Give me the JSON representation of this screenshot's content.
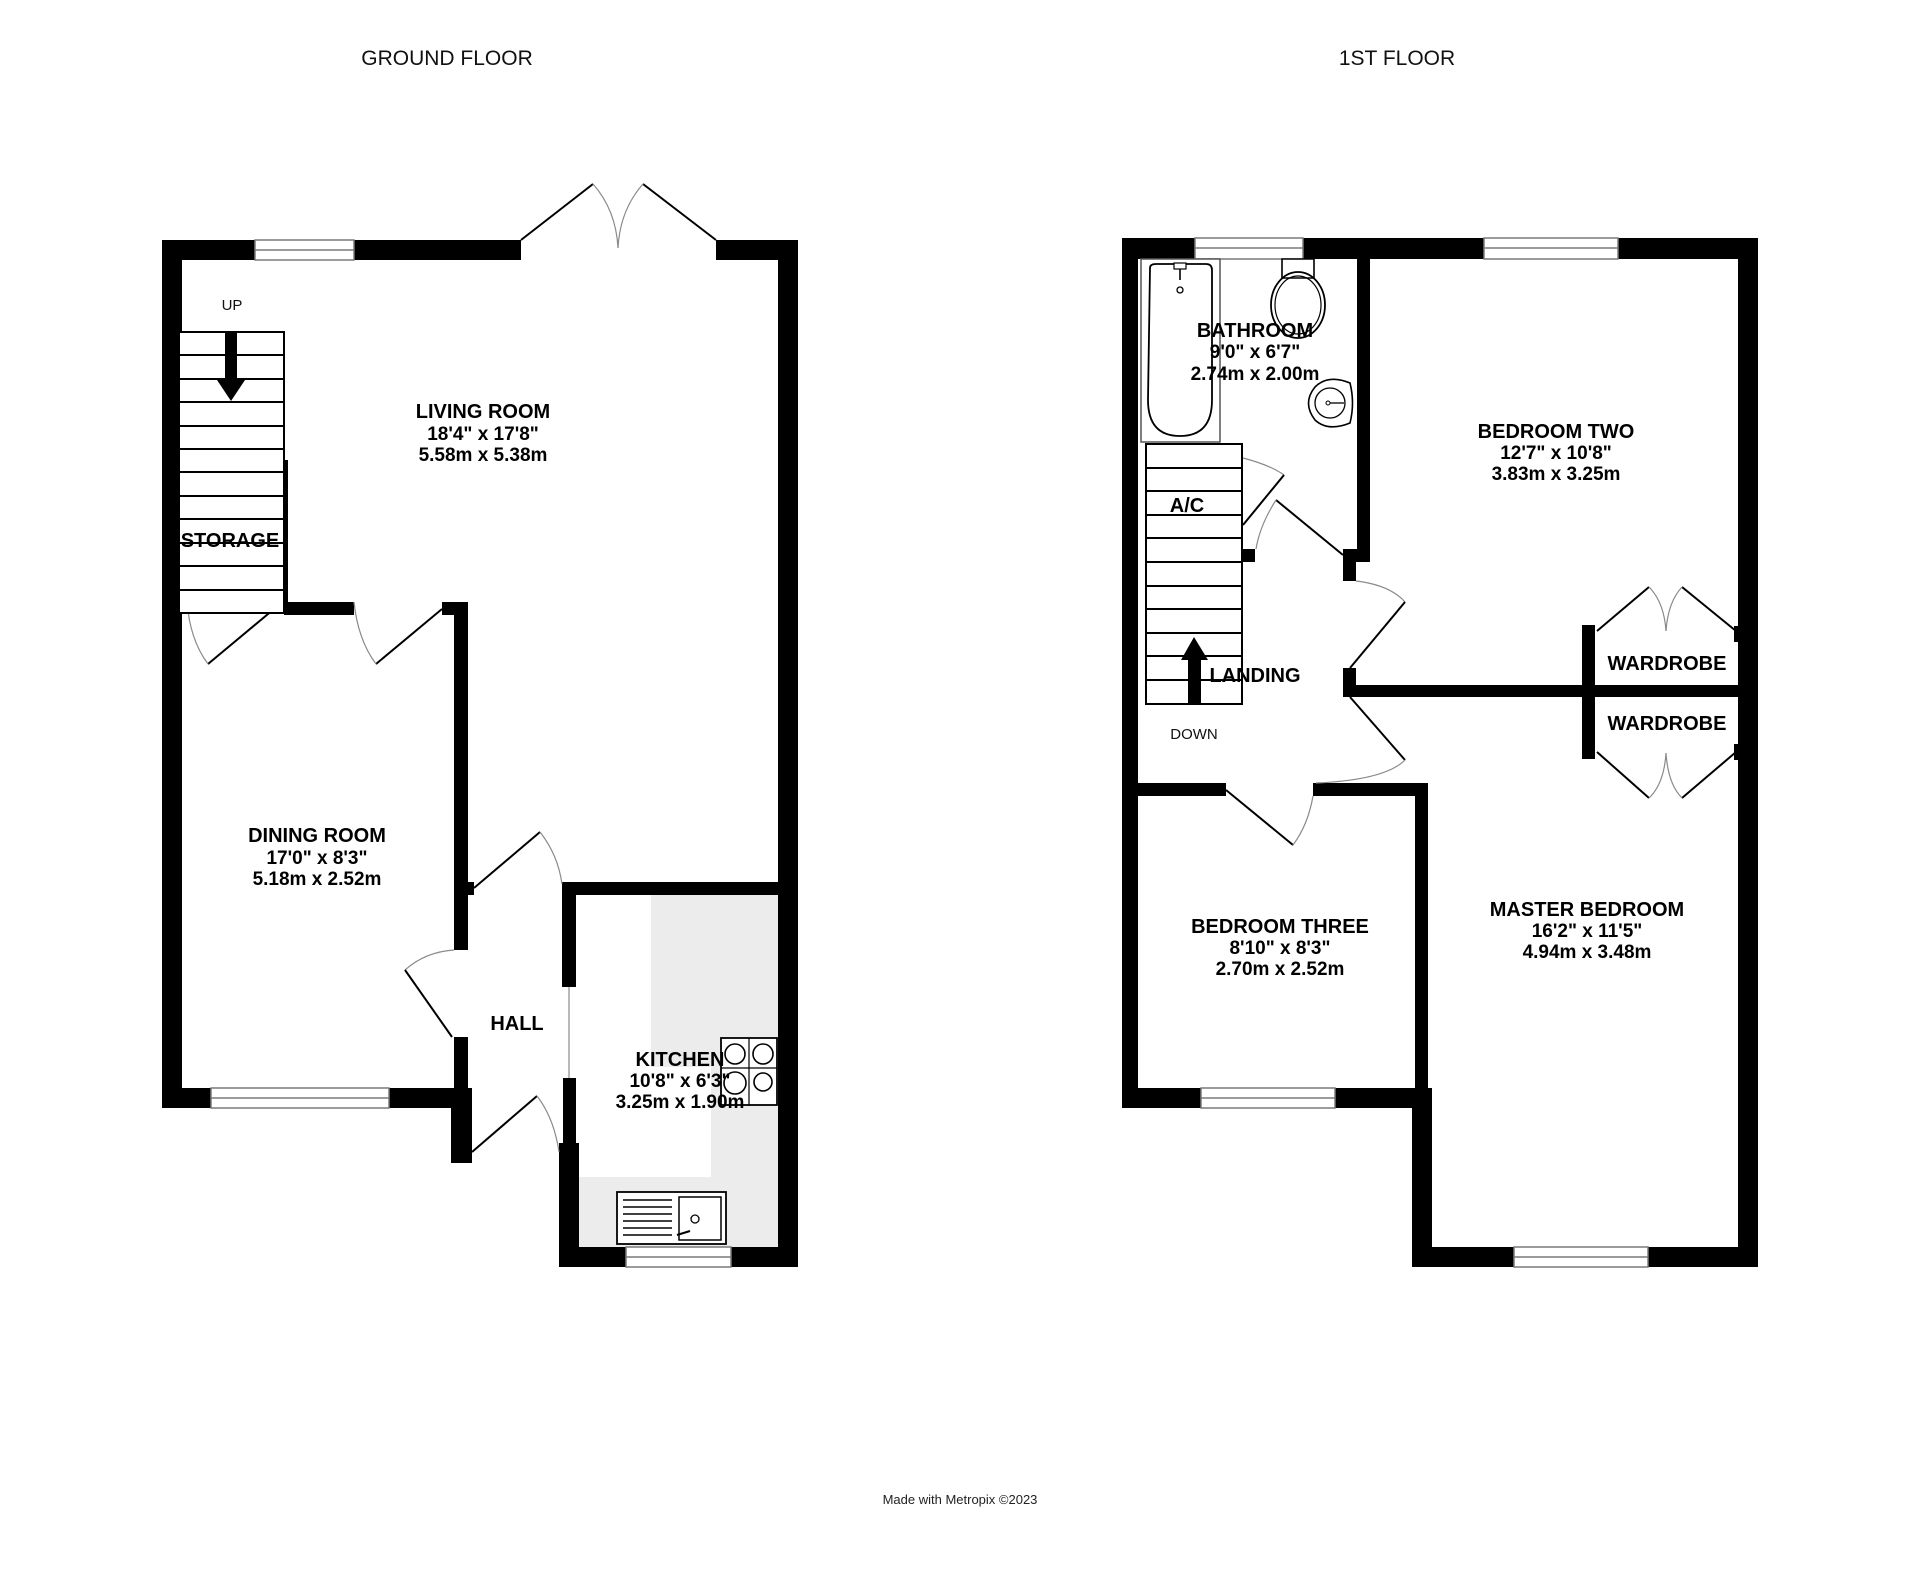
{
  "floors": {
    "ground": {
      "title": "GROUND FLOOR",
      "stairs_label": "UP",
      "rooms": {
        "living_room": {
          "name": "LIVING ROOM",
          "imperial": "18'4\"  x 17'8\"",
          "metric": "5.58m  x 5.38m"
        },
        "storage": {
          "name": "STORAGE"
        },
        "dining_room": {
          "name": "DINING ROOM",
          "imperial": "17'0\"  x 8'3\"",
          "metric": "5.18m  x 2.52m"
        },
        "hall": {
          "name": "HALL"
        },
        "kitchen": {
          "name": "KITCHEN",
          "imperial": "10'8\"  x 6'3\"",
          "metric": "3.25m  x 1.90m"
        }
      }
    },
    "first": {
      "title": "1ST FLOOR",
      "stairs_label": "DOWN",
      "rooms": {
        "bathroom": {
          "name": "BATHROOM",
          "imperial": "9'0\"  x 6'7\"",
          "metric": "2.74m  x 2.00m"
        },
        "airing_cupboard": {
          "name": "A/C"
        },
        "landing": {
          "name": "LANDING"
        },
        "bedroom_two": {
          "name": "BEDROOM TWO",
          "imperial": "12'7\"  x 10'8\"",
          "metric": "3.83m  x 3.25m"
        },
        "wardrobe_upper": {
          "name": "WARDROBE"
        },
        "wardrobe_lower": {
          "name": "WARDROBE"
        },
        "bedroom_three": {
          "name": "BEDROOM THREE",
          "imperial": "8'10\"  x 8'3\"",
          "metric": "2.70m  x 2.52m"
        },
        "master_bedroom": {
          "name": "MASTER BEDROOM",
          "imperial": "16'2\"  x 11'5\"",
          "metric": "4.94m  x 3.48m"
        }
      }
    }
  },
  "footer": {
    "credit": "Made with Metropix ©2023"
  },
  "colors": {
    "wall": "#000000",
    "counter": "#ececec",
    "background": "#ffffff"
  }
}
